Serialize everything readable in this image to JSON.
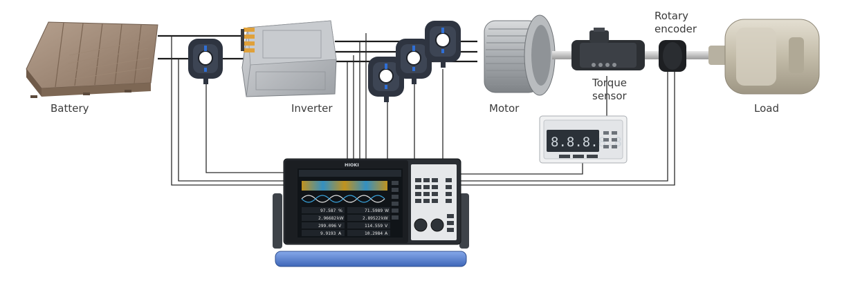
{
  "labels": {
    "battery": "Battery",
    "inverter": "Inverter",
    "motor": "Motor",
    "torque_sensor_line1": "Torque",
    "torque_sensor_line2": "sensor",
    "rotary_encoder_line1": "Rotary",
    "rotary_encoder_line2": "encoder",
    "load": "Load"
  },
  "analyzer": {
    "brand": "HIOKI",
    "readings": [
      {
        "value": "97.587",
        "unit": "%"
      },
      {
        "value": "71.5989",
        "unit": "W"
      },
      {
        "value": "2.96682",
        "unit": "kW"
      },
      {
        "value": "2.89522",
        "unit": "kW"
      },
      {
        "value": "299.096",
        "unit": "V"
      },
      {
        "value": "114.559",
        "unit": "V"
      },
      {
        "value": "9.9193",
        "unit": "A"
      },
      {
        "value": "10.2984",
        "unit": "A"
      }
    ]
  },
  "torque_meter": {
    "display": "8.8.8.8.8"
  },
  "colors": {
    "wire": "#2a2a2a",
    "sensor_body": "#2e3440",
    "sensor_accent": "#2f6fd6",
    "analyzer_handle": "#5b86d8",
    "screen_bg": "#101418"
  },
  "icons": {
    "battery": "battery-pack-icon",
    "inverter": "inverter-box-icon",
    "current_sensor": "clamp-current-sensor-icon",
    "motor": "electric-motor-icon",
    "torque_sensor": "torque-sensor-icon",
    "encoder": "rotary-encoder-icon",
    "load": "load-drum-icon",
    "analyzer": "power-analyzer-icon"
  }
}
